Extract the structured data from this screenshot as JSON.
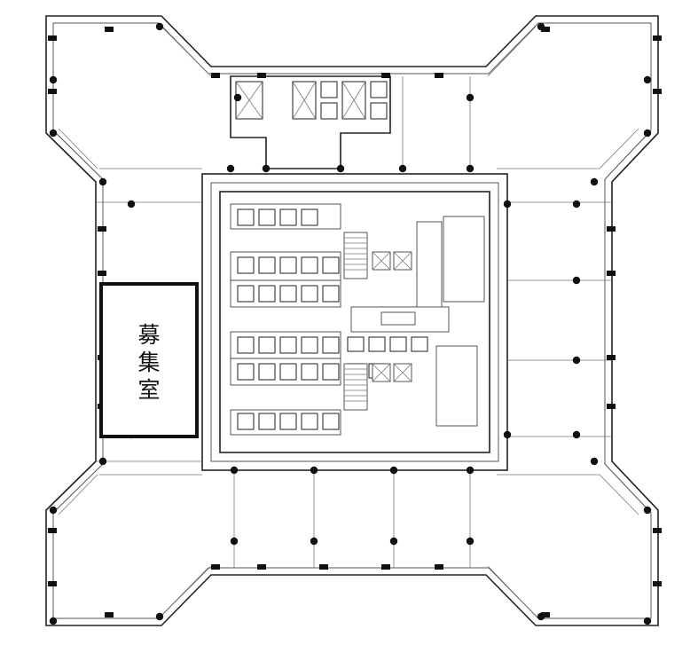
{
  "plan": {
    "highlight_room": {
      "label_chars": [
        "募",
        "集",
        "室"
      ]
    },
    "colors": {
      "line": "#222222",
      "highlight_border": "#111111",
      "background": "#ffffff"
    }
  }
}
